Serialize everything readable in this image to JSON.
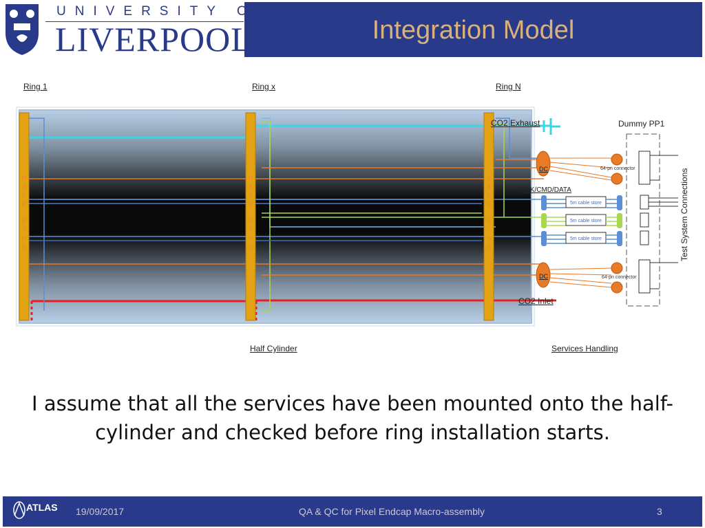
{
  "header": {
    "logo_top": "UNIVERSITY OF",
    "logo_main": "LIVERPOOL",
    "title": "Integration Model"
  },
  "diagram": {
    "ring1": "Ring 1",
    "ringx": "Ring x",
    "ringN": "Ring N",
    "half_ring_letters": "HALF RING",
    "co2_exhaust": "CO2 Exhaust",
    "co2_inlet": "CO2 Inlet",
    "dummy_pp1": "Dummy PP1",
    "dc1": "DC",
    "dc2": "DC",
    "conn1": "64-pn connector",
    "conn2": "64-pn connector",
    "clk": "CLK/CMD/DATA",
    "store1": "5m cable store",
    "store2": "5m cable store",
    "store3": "5m cable store",
    "test_system": "Test System Connections",
    "half_cylinder": "Half Cylinder",
    "services_handling": "Services Handling"
  },
  "caption": "I assume that all the services have been mounted onto the half-cylinder and checked before ring installation starts.",
  "footer": {
    "atlas": "ATLAS",
    "date": "19/09/2017",
    "title": "QA & QC for Pixel Endcap Macro-assembly",
    "page": "3"
  },
  "colors": {
    "brand_blue": "#2a3a8a",
    "title_gold": "#d8b27a",
    "ring_gold": "#e3a214",
    "co2_exhaust": "#3ad6e6",
    "co2_inlet": "#e62020"
  }
}
